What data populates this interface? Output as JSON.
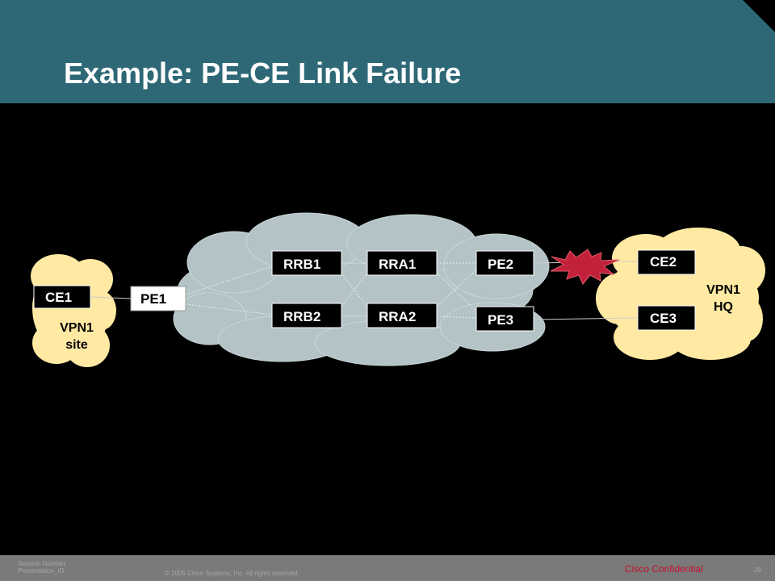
{
  "slide": {
    "title": "Example: PE-CE Link Failure"
  },
  "diagram": {
    "nodes": {
      "ce1": "CE1",
      "pe1": "PE1",
      "rrb1": "RRB1",
      "rrb2": "RRB2",
      "rra1": "RRA1",
      "rra2": "RRA2",
      "pe2": "PE2",
      "pe3": "PE3",
      "ce2": "CE2",
      "ce3": "CE3"
    },
    "sites": {
      "left": [
        "VPN1",
        "site"
      ],
      "right": [
        "VPN1",
        "HQ"
      ]
    },
    "failed_link": "PE2-CE2",
    "colors": {
      "backbone_cloud": "#b3c3c6",
      "site_cloud": "#ffe9a3",
      "failure_burst": "#c1223a",
      "header": "#2e6876"
    }
  },
  "footer": {
    "session_line1": "Session Number",
    "session_line2": "Presentation_ID",
    "copyright": "© 2005 Cisco Systems, Inc. All rights reserved.",
    "confidential": "Cisco Confidential",
    "page": "26"
  }
}
